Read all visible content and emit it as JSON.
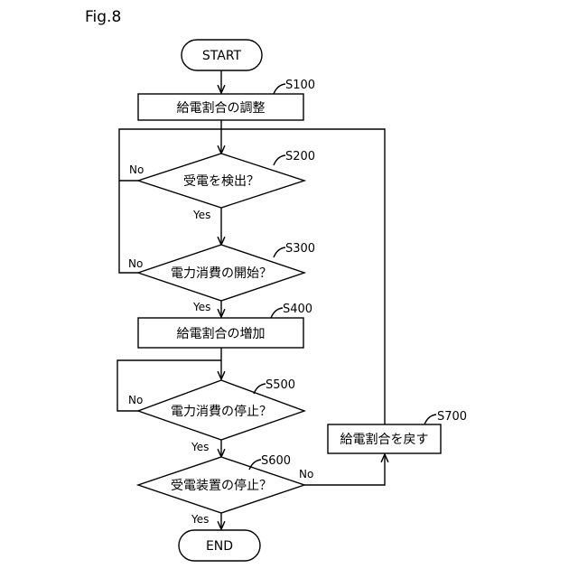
{
  "figure_label": "Fig.8",
  "nodes": {
    "start": "START",
    "s100": "給電割合の調整",
    "s200": "受電を検出？",
    "s300": "電力消費の開始？",
    "s400": "給電割合の増加",
    "s500": "電力消費の停止？",
    "s600": "受電装置の停止？",
    "s700": "給電割合を戻す",
    "end": "END"
  },
  "step_labels": {
    "s100": "S100",
    "s200": "S200",
    "s300": "S300",
    "s400": "S400",
    "s500": "S500",
    "s600": "S600",
    "s700": "S700"
  },
  "branch_labels": {
    "yes": "Yes",
    "no": "No"
  }
}
